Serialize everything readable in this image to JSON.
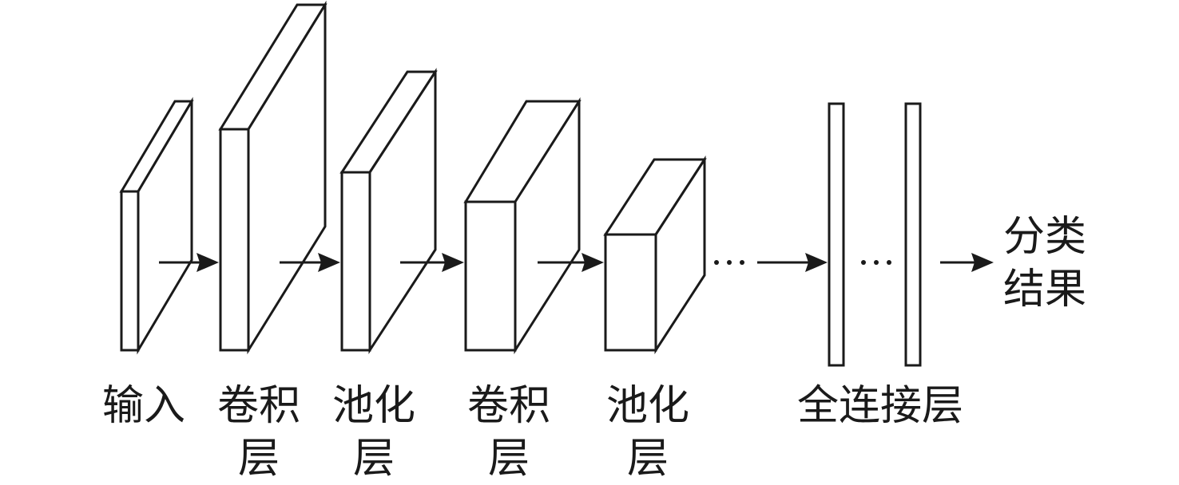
{
  "layers": [
    {
      "id": "input",
      "lines": [
        "输入"
      ]
    },
    {
      "id": "conv1",
      "lines": [
        "卷积",
        "层"
      ]
    },
    {
      "id": "pool1",
      "lines": [
        "池化",
        "层"
      ]
    },
    {
      "id": "conv2",
      "lines": [
        "卷积",
        "层"
      ]
    },
    {
      "id": "pool2",
      "lines": [
        "池化",
        "层"
      ]
    },
    {
      "id": "fc",
      "lines": [
        "全连接层"
      ]
    }
  ],
  "output": {
    "lines": [
      "分类",
      "结果"
    ]
  },
  "ellipsis": "…",
  "colors": {
    "stroke": "#1a1a1a",
    "fill": "#ffffff"
  }
}
